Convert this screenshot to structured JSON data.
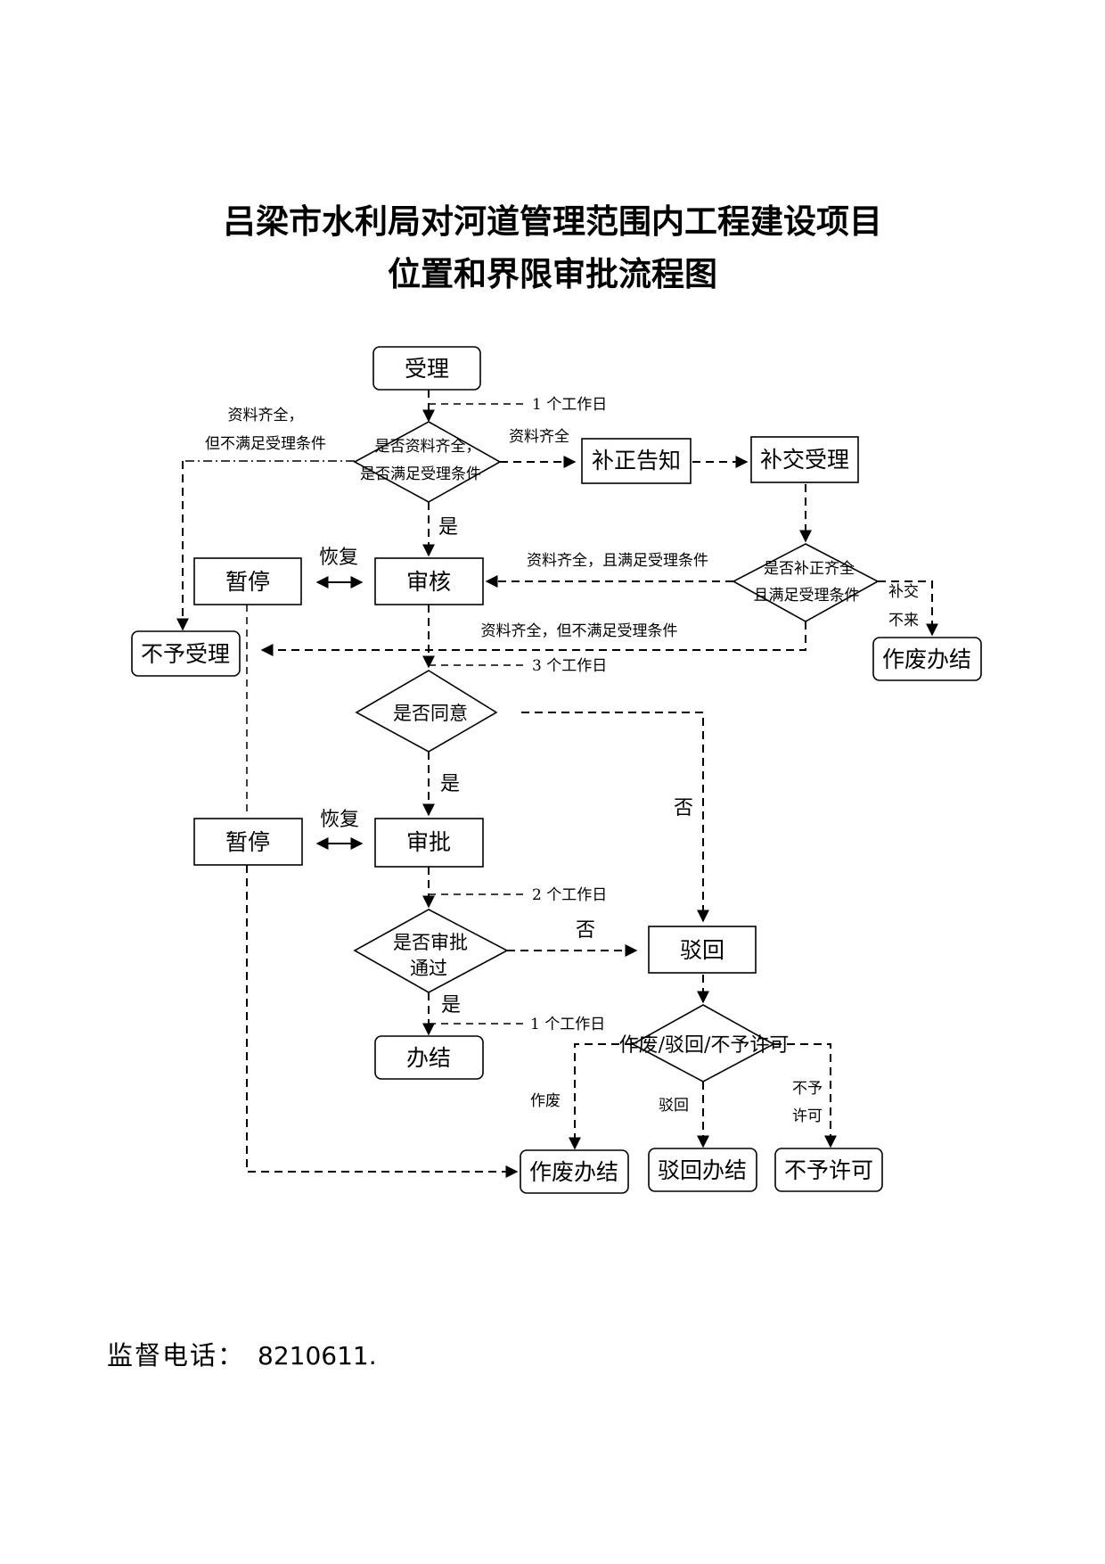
{
  "title": {
    "line1": "吕梁市水利局对河道管理范围内工程建设项目",
    "line2": "位置和界限审批流程图"
  },
  "nodes": {
    "accept": "受理",
    "check1": [
      "是否资料齐全，",
      "是否满足受理条件"
    ],
    "notice": "补正告知",
    "resubmit": "补交受理",
    "check2": [
      "是否补正齐全",
      "且满足受理条件"
    ],
    "pause1": "暂停",
    "review": "审核",
    "reject_accept": "不予受理",
    "void_done_right": "作废办结",
    "agree": "是否同意",
    "pause2": "暂停",
    "approve": "审批",
    "pass": [
      "是否审批",
      "通过"
    ],
    "returned": "驳回",
    "done": "办结",
    "outcome": "作废/驳回/不予许可",
    "void_done": "作废办结",
    "return_done": "驳回办结",
    "no_permit": "不予许可"
  },
  "labels": {
    "day1_top": "1 个工作日",
    "complete_not_meet": [
      "资料齐全，",
      "但不满足受理条件"
    ],
    "complete": "资料齐全",
    "yes1": "是",
    "resume1": "恢复",
    "complete_and_meet": "资料齐全，且满足受理条件",
    "not_submitted": [
      "补交",
      "不来"
    ],
    "complete_but_not_meet": "资料齐全，但不满足受理条件",
    "day3": "3 个工作日",
    "yes2": "是",
    "no1": "否",
    "resume2": "恢复",
    "day2": "2 个工作日",
    "no2": "否",
    "yes3": "是",
    "day1_bottom": "1 个工作日",
    "void": "作废",
    "return": "驳回",
    "no_permit": [
      "不予",
      "许可"
    ]
  },
  "footer": {
    "label": "监督电话：",
    "number": "8210611."
  }
}
